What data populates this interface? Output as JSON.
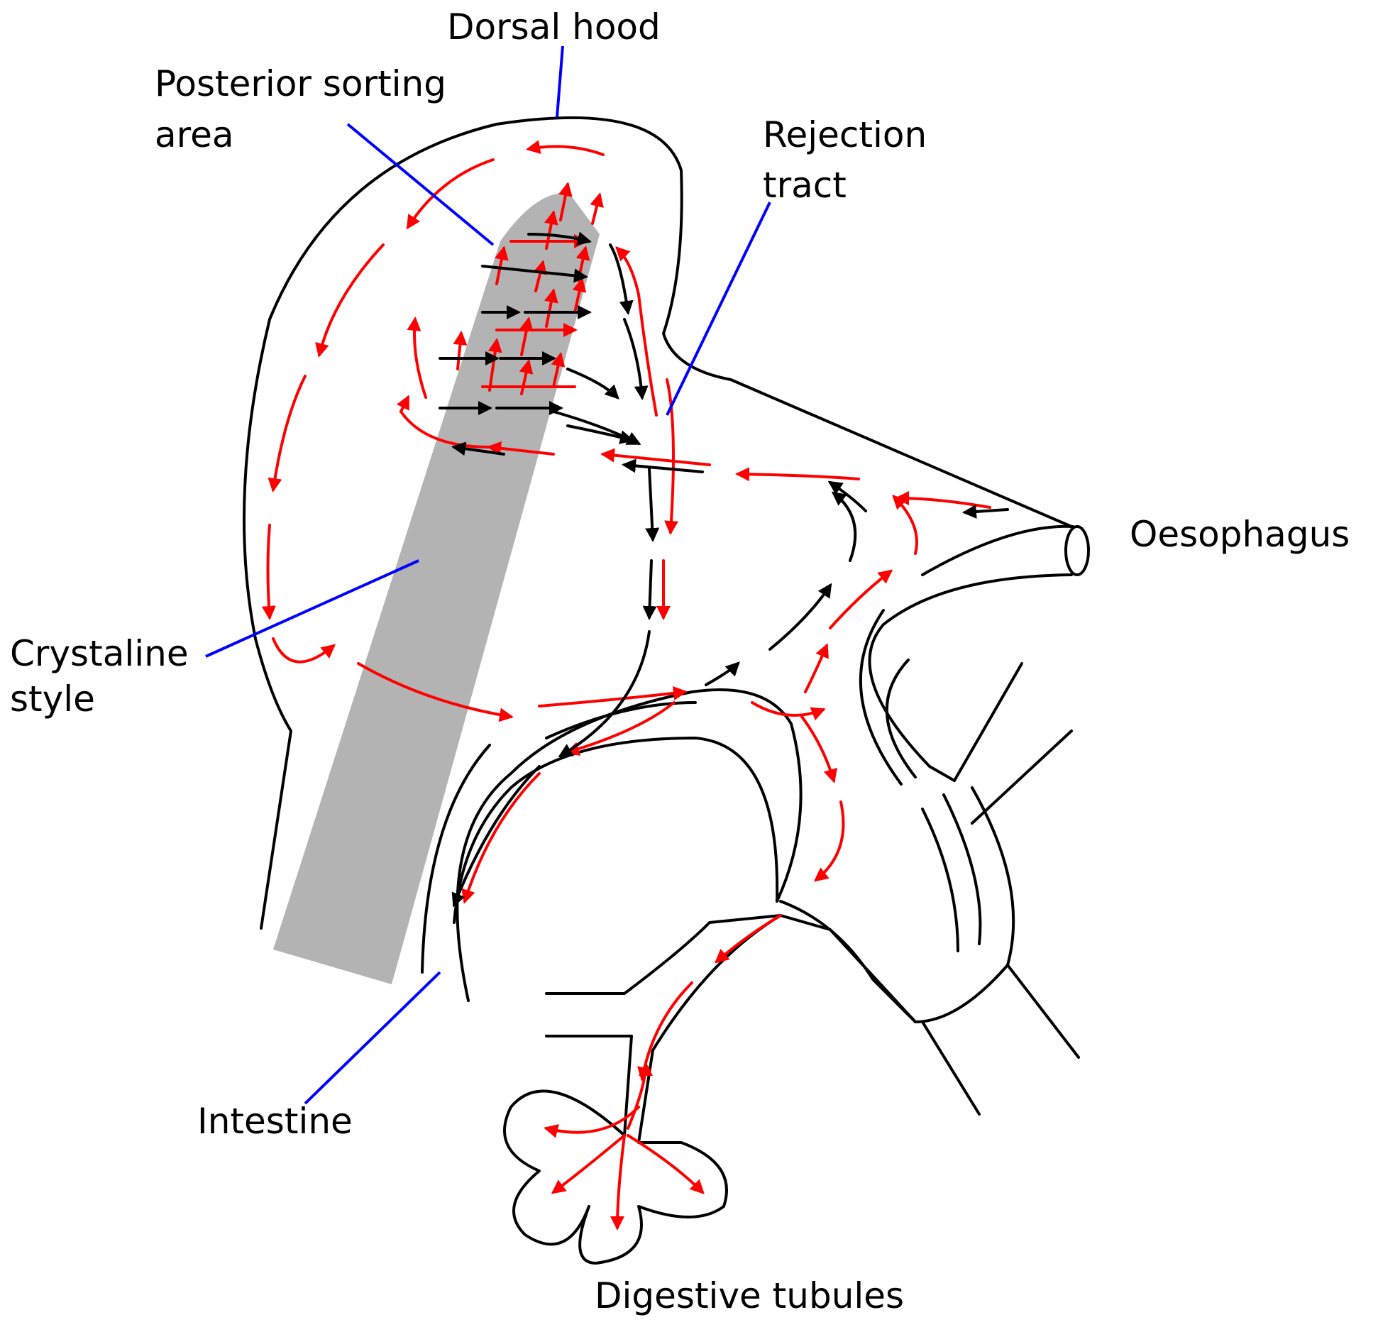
{
  "labels": {
    "dorsal_hood": "Dorsal hood",
    "posterior_sorting_area_line1": "Posterior sorting",
    "posterior_sorting_area_line2": "area",
    "rejection_tract_line1": "Rejection",
    "rejection_tract_line2": "tract",
    "oesophagus": "Oesophagus",
    "crystaline_style_line1": "Crystaline",
    "crystaline_style_line2": "style",
    "intestine": "Intestine",
    "digestive_tubules": "Digestive tubules"
  },
  "colors": {
    "outline": "#000000",
    "leader_line": "#0000ff",
    "flow_red": "#ff0000",
    "flow_black": "#000000",
    "crystalline_style_fill": "#b3b3b3",
    "background": "#ffffff"
  }
}
